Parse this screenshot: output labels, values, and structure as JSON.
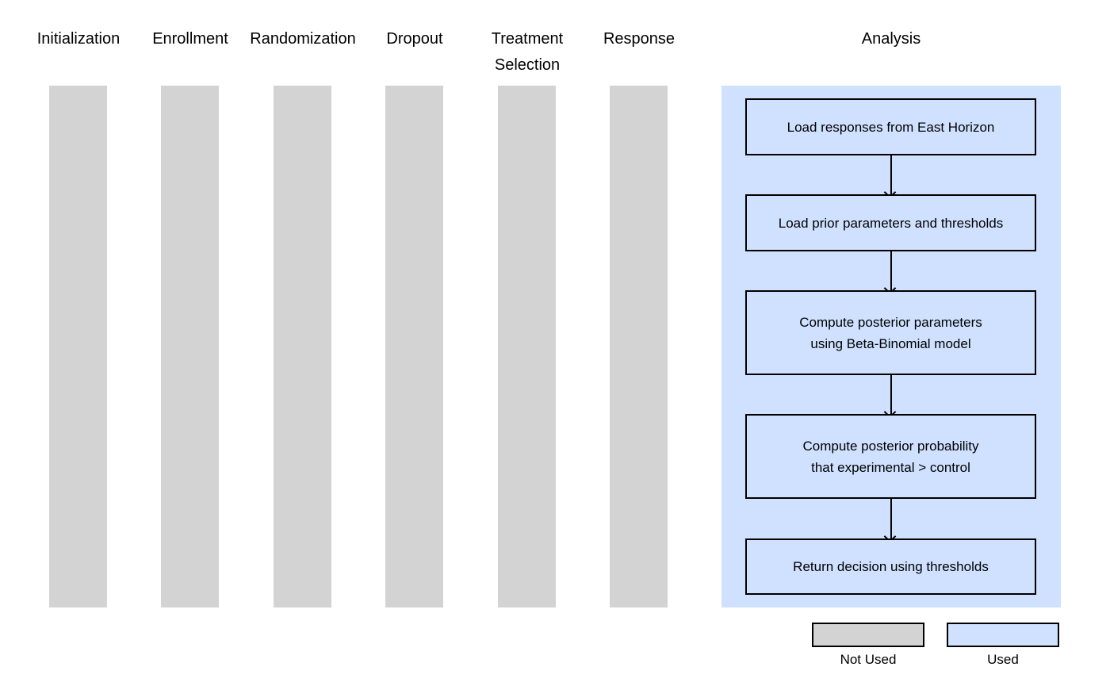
{
  "columns": [
    {
      "label": "Initialization"
    },
    {
      "label": "Enrollment"
    },
    {
      "label": "Randomization"
    },
    {
      "label": "Dropout"
    },
    {
      "label": "Treatment",
      "label_line2": "Selection"
    },
    {
      "label": "Response"
    },
    {
      "label": "Analysis"
    }
  ],
  "lanes": [
    {
      "status": "Not Used"
    },
    {
      "status": "Not Used"
    },
    {
      "status": "Not Used"
    },
    {
      "status": "Not Used"
    },
    {
      "status": "Not Used"
    },
    {
      "status": "Not Used"
    },
    {
      "status": "Used"
    }
  ],
  "analysis_steps": [
    {
      "line1": "Load responses from East Horizon",
      "line2": ""
    },
    {
      "line1": "Load prior parameters and thresholds",
      "line2": ""
    },
    {
      "line1": "Compute posterior parameters",
      "line2": "using Beta-Binomial model"
    },
    {
      "line1": "Compute posterior probability",
      "line2": "that experimental > control"
    },
    {
      "line1": "Return decision using thresholds",
      "line2": ""
    }
  ],
  "legend": {
    "not_used_label": "Not Used",
    "used_label": "Used"
  },
  "colors": {
    "not_used": "#d3d3d3",
    "used": "#cfe1ff",
    "outline": "#000000"
  }
}
